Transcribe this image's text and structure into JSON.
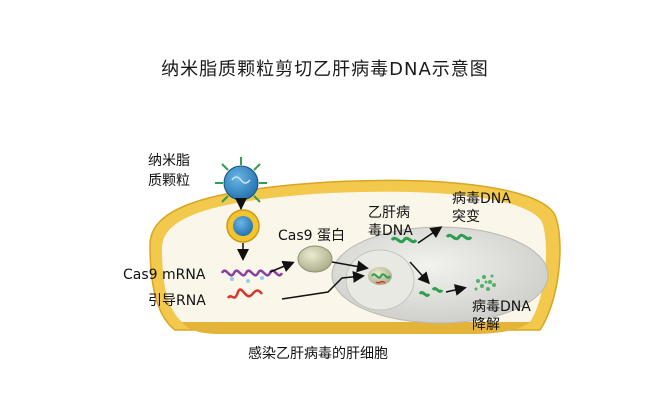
{
  "title": "纳米脂质颗粒剪切乙肝病毒DNA示意图",
  "labels": {
    "lnp_line1": "纳米脂",
    "lnp_line2": "质颗粒",
    "cas9_protein": "Cas9 蛋白",
    "hbv_dna_line1": "乙肝病",
    "hbv_dna_line2": "毒DNA",
    "mutation_line1": "病毒DNA",
    "mutation_line2": "突变",
    "cas9_mrna": "Cas9 mRNA",
    "guide_rna": "引导RNA",
    "degradation_line1": "病毒DNA",
    "degradation_line2": "降解",
    "cell_caption": "感染乙肝病毒的肝细胞"
  },
  "colors": {
    "cell_membrane": "#f2c94c",
    "cytoplasm": "#faf6ea",
    "nucleus": "#d9dad6",
    "lnp_core": "#2f88c8",
    "lnp_shell": "#f4c430",
    "mrna": "#8b3fa1",
    "guide_rna": "#d9342b",
    "viral_dna": "#2e9e4f",
    "cas9_protein": "#c9caa8",
    "arrow": "#111111"
  },
  "icons": [
    "lipid-nanoparticle-icon",
    "cas9-protein-icon",
    "viral-dna-icon",
    "arrow-icon"
  ]
}
